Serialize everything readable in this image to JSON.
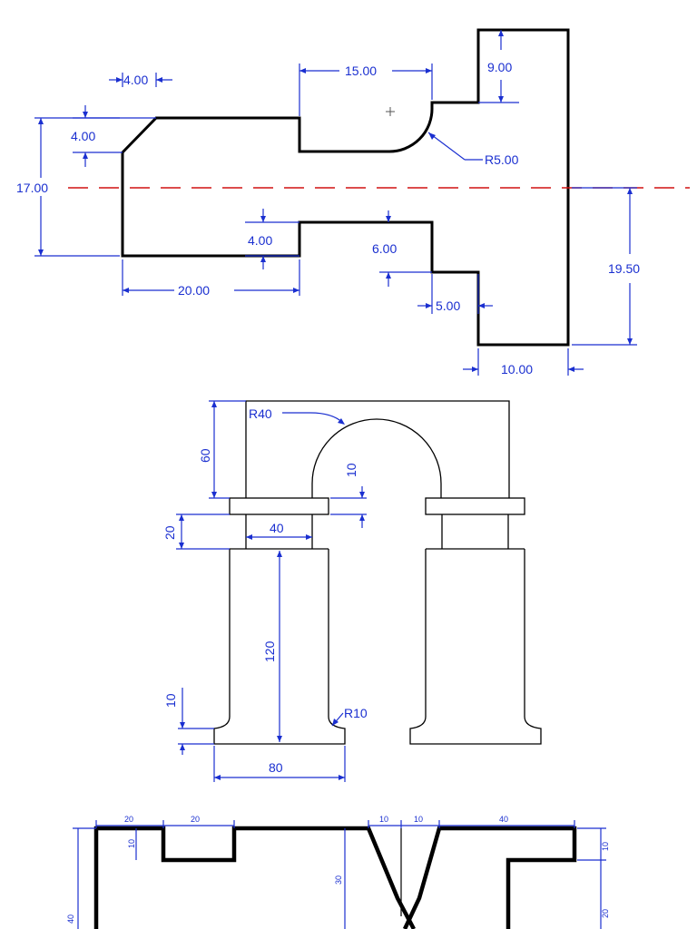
{
  "drawing1": {
    "dims": {
      "top_chamfer_w": "4.00",
      "chamfer_h": "4.00",
      "slot_w": "15.00",
      "flange_top": "9.00",
      "fillet": "R5.00",
      "overall_left_h": "17.00",
      "step_h": "4.00",
      "lower_len": "20.00",
      "notch_h": "6.00",
      "notch_w": "5.00",
      "right_h": "19.50",
      "flange_w": "10.00"
    }
  },
  "drawing2": {
    "dims": {
      "arch_r": "R40",
      "top_h": "60",
      "cap_gap": "10",
      "cap_h": "20",
      "neck_w": "40",
      "column_h": "120",
      "base_h": "10",
      "base_r": "R10",
      "base_w": "80"
    }
  },
  "drawing3": {
    "dims": {
      "d1": "20",
      "d2": "20",
      "d3": "10",
      "d4": "10",
      "d5": "40",
      "d6": "10",
      "d7": "30",
      "d8": "40",
      "d9": "10",
      "d10": "20"
    }
  }
}
